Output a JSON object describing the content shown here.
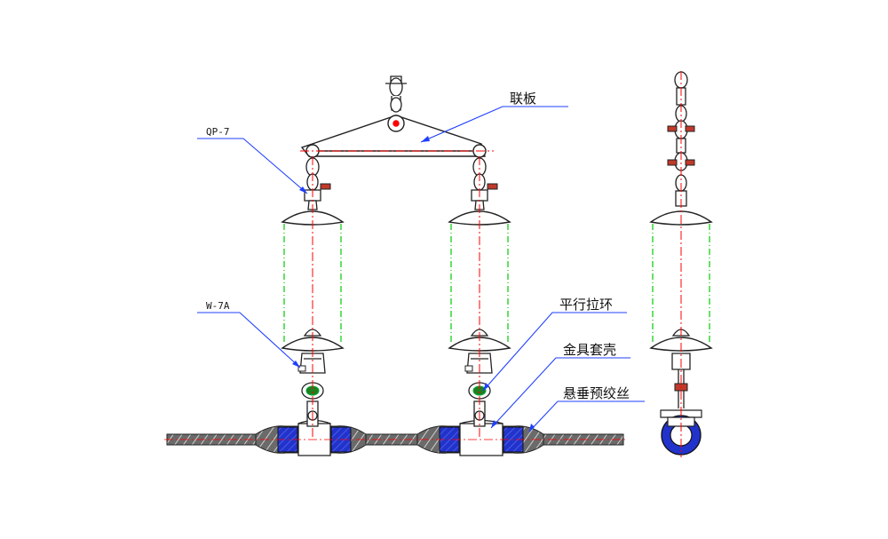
{
  "labels": {
    "qp7": "QP-7",
    "w7a": "W-7A",
    "yoke_plate": "联板",
    "parallel_clevis": "平行拉环",
    "fitting_shell": "金具套壳",
    "suspension_preformed": "悬垂预绞丝"
  },
  "colors": {
    "outline": "#333333",
    "leader": "#1f3fff",
    "centerline": "#ff0000",
    "insulator_boundary": "#00cc00",
    "rubber_insert": "#1f2fcf",
    "cable": "#444444",
    "nut": "#c0392b"
  }
}
